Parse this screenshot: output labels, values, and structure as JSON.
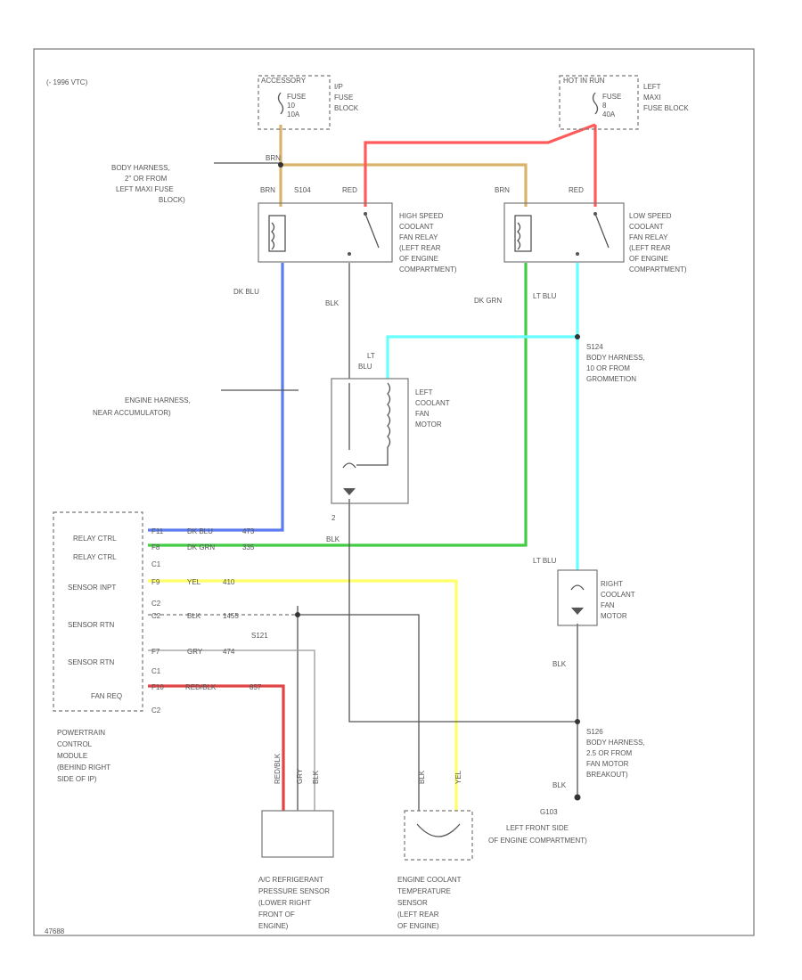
{
  "header": {
    "code": "(- 1996 VTC)",
    "figure_id": "47688"
  },
  "fuse_blocks": {
    "ip": {
      "title": "ACCESSORY",
      "fuse": "FUSE",
      "num": "10",
      "amp": "10A",
      "label": [
        "I/P",
        "FUSE",
        "BLOCK"
      ]
    },
    "maxi": {
      "title": "HOT IN RUN",
      "fuse": "FUSE",
      "num": "8",
      "amp": "40A",
      "label": [
        "LEFT",
        "MAXI",
        "FUSE BLOCK"
      ]
    }
  },
  "splice_notes": {
    "body_harness_fuse": [
      "BODY HARNESS,",
      "2\" OR FROM",
      "LEFT MAXI FUSE",
      "BLOCK)"
    ],
    "s124": [
      "S124",
      "BODY HARNESS,",
      "10 OR FROM",
      "GROMMETION"
    ],
    "engine_harness": [
      "ENGINE HARNESS,",
      "NEAR ACCUMULATOR)"
    ],
    "s126": [
      "S126",
      "BODY HARNESS,",
      "2.5 OR FROM",
      "FAN MOTOR",
      "BREAKOUT)"
    ],
    "g103": [
      "G103",
      "LEFT FRONT SIDE",
      "OF ENGINE COMPARTMENT)"
    ]
  },
  "relays": {
    "high": {
      "label": [
        "HIGH SPEED",
        "COOLANT",
        "FAN RELAY",
        "(LEFT REAR",
        "OF ENGINE",
        "COMPARTMENT)"
      ]
    },
    "low": {
      "label": [
        "LOW SPEED",
        "COOLANT",
        "FAN RELAY",
        "(LEFT REAR",
        "OF ENGINE",
        "COMPARTMENT)"
      ]
    }
  },
  "wires": {
    "brn1": "BRN",
    "brn2": "BRN",
    "brn3": "BRN",
    "red1": "RED",
    "red2": "RED",
    "s104": "S104",
    "dk_blu": "DK BLU",
    "blk1": "BLK",
    "dk_grn": "DK GRN",
    "lt_blu": "LT BLU",
    "lt_blu2": [
      "LT",
      "BLU"
    ],
    "blk2": "BLK",
    "lt_blu3": "LT BLU",
    "blk3": "BLK",
    "blk4": "BLK",
    "s121": "S121",
    "lt_grn_pin": "2"
  },
  "motors": {
    "left": {
      "label": [
        "LEFT",
        "COOLANT",
        "FAN",
        "MOTOR"
      ]
    },
    "right": {
      "label": [
        "RIGHT",
        "COOLANT",
        "FAN",
        "MOTOR"
      ]
    }
  },
  "pcm": {
    "rows": [
      {
        "name": "RELAY CTRL",
        "pin": "F11",
        "wire": "DK BLU",
        "circuit": "473"
      },
      {
        "name": "RELAY CTRL",
        "pin": "F8",
        "wire": "DK GRN",
        "circuit": "335"
      },
      {
        "name": "SENSOR INPT",
        "pin": "F9",
        "wire": "YEL",
        "circuit": "410"
      },
      {
        "name": "SENSOR RTN",
        "pin": "C2",
        "wire": "BLK",
        "circuit": "1455"
      },
      {
        "name": "SENSOR RTN",
        "pin": "F7",
        "wire": "GRY",
        "circuit": "474"
      },
      {
        "name": "FAN REQ",
        "pin": "F10",
        "wire": "RED/BLK",
        "circuit": "857"
      }
    ],
    "conn_c1": "C1",
    "conn_c2": "C2",
    "label": [
      "POWERTRAIN",
      "CONTROL",
      "MODULE",
      "(BEHIND RIGHT",
      "SIDE OF IP)"
    ]
  },
  "sensors": {
    "ac_pressure": {
      "pins": [
        "RED/BLK",
        "GRY",
        "BLK"
      ],
      "label": [
        "A/C REFRIGERANT",
        "PRESSURE SENSOR",
        "(LOWER RIGHT",
        "FRONT OF",
        "ENGINE)"
      ]
    },
    "coolant_temp": {
      "pins": [
        "BLK",
        "YEL"
      ],
      "label": [
        "ENGINE COOLANT",
        "TEMPERATURE",
        "SENSOR",
        "(LEFT REAR",
        "OF ENGINE)"
      ]
    }
  },
  "colors": {
    "brn": "#d9b36c",
    "red": "#ff5b5b",
    "dk_blu": "#5b7bf0",
    "dk_grn": "#44cc44",
    "lt_blu": "#66ffff",
    "yel": "#ffff66",
    "blk": "#555555",
    "gry": "#bbbbbb",
    "red_blk": "#e04444"
  }
}
